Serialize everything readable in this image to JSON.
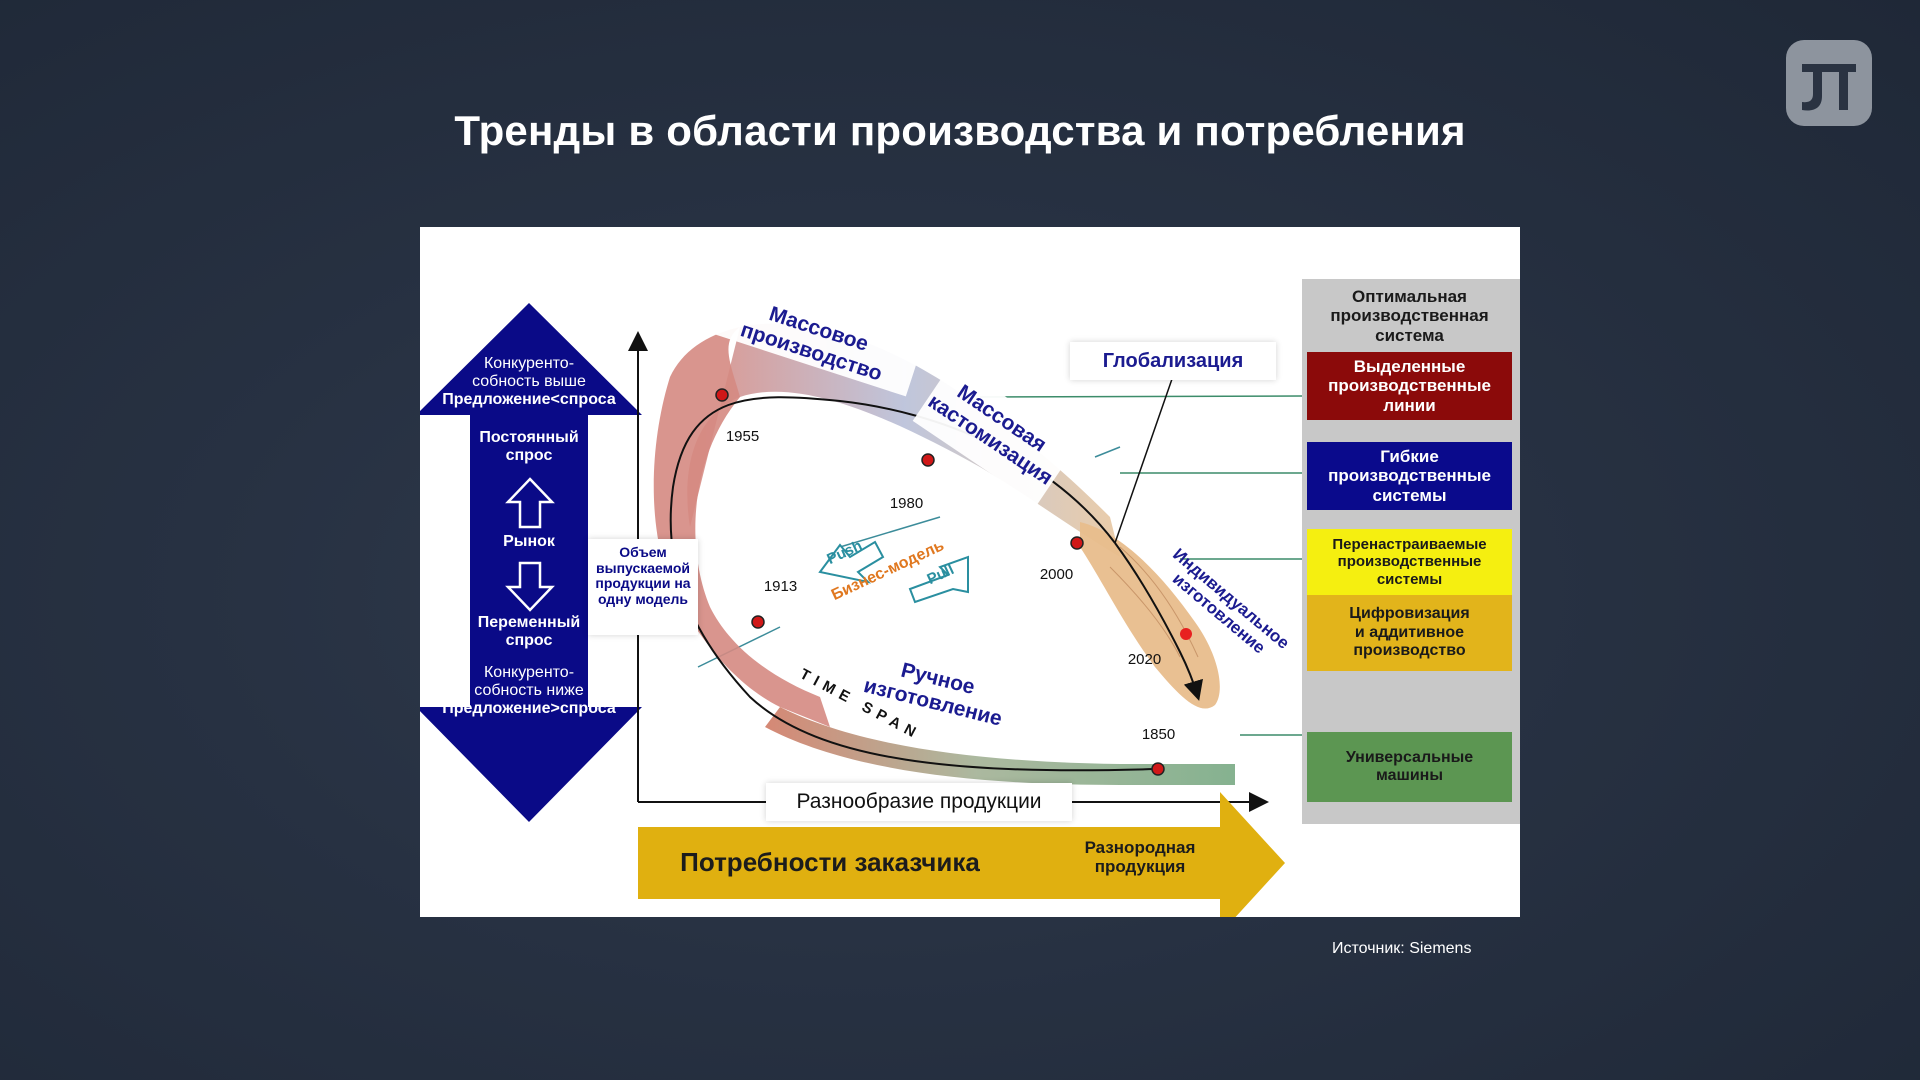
{
  "slide": {
    "title": "Тренды в области производства и потребления",
    "source": "Источник: Siemens",
    "logo_icon": "pi-letter-logo"
  },
  "diagram": {
    "left_arrow": {
      "top_line1": "Конкуренто-",
      "top_line2": "собность выше",
      "top_line3": "Предложение<спроса",
      "constant_line1": "Постоянный",
      "constant_line2": "спрос",
      "market": "Рынок",
      "variable_line1": "Переменный",
      "variable_line2": "спрос",
      "bottom_line1": "Конкуренто-",
      "bottom_line2": "собность ниже",
      "bottom_line3": "Предложение>спроса",
      "color": "#0a0a87"
    },
    "y_axis_label": "Объем выпускаемой продукции на одну модель",
    "x_axis_label": "Разнообразие продукции",
    "curve_labels": {
      "mass_production": "Массовое производство",
      "mass_customization": "Массовая кастомизация",
      "globalization": "Глобализация",
      "individual": "Индивидуальное изготовление",
      "manual": "Ручное изготовление",
      "time_span": "TIME SPAN",
      "push": "Push",
      "pull": "Pull",
      "business_model": "Бизнес-модель"
    },
    "years": [
      "1955",
      "1980",
      "2000",
      "2020",
      "1913",
      "1850"
    ],
    "customer_arrow": {
      "main": "Потребности заказчика",
      "sub_line1": "Разнородная",
      "sub_line2": "продукция",
      "color": "#e0b010"
    },
    "systems": {
      "header_line1": "Оптимальная",
      "header_line2": "производственная",
      "header_line3": "система",
      "dedicated": "Выделенные производственные линии",
      "flexible": "Гибкие производственные системы",
      "reconfigurable": "Перенастраиваемые производственные системы",
      "digital_line1": "Цифровизация",
      "digital_line2": "и аддитивное",
      "digital_line3": "производство",
      "universal_line1": "Универсальные",
      "universal_line2": "машины",
      "colors": {
        "dedicated": "#8b0a0a",
        "flexible": "#0a0a8c",
        "reconfigurable": "#f5ef10",
        "digital": "#e2b41b",
        "universal": "#5c9652",
        "column": "#c8c8c8"
      }
    }
  }
}
